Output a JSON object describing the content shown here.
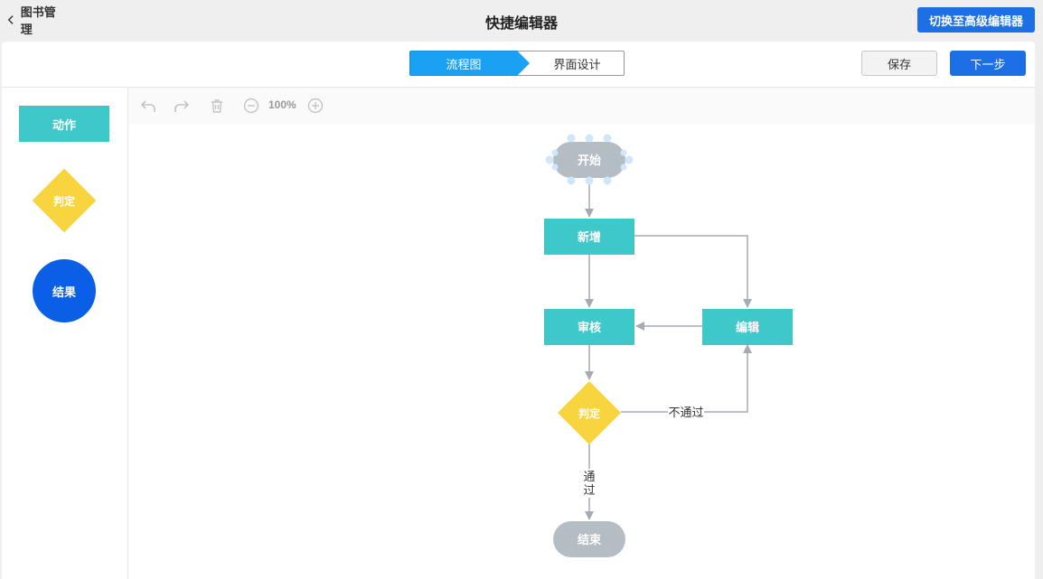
{
  "header": {
    "back_label": "图书管理",
    "title": "快捷编辑器",
    "switch_label": "切换至高级编辑器"
  },
  "steps": {
    "active": "流程图",
    "next": "界面设计"
  },
  "actions": {
    "save": "保存",
    "next": "下一步"
  },
  "palette": {
    "action": "动作",
    "decision": "判定",
    "result": "结果"
  },
  "toolbar": {
    "zoom": "100%",
    "icons": [
      "undo-icon",
      "redo-icon",
      "delete-icon",
      "zoom-out-icon",
      "zoom-in-icon"
    ]
  },
  "flow": {
    "nodes": {
      "start": "开始",
      "add": "新增",
      "review": "审核",
      "edit": "编辑",
      "decision": "判定",
      "end": "结束"
    },
    "edges": {
      "reject": "不通过",
      "pass_top": "通",
      "pass_bottom": "过"
    }
  },
  "colors": {
    "primary": "#1d6fe6",
    "step_active": "#1aa1f4",
    "action_node": "#3ec8c9",
    "decision_node": "#f8d53e",
    "result_node": "#0b5fe6",
    "terminal_node": "#b5bdc4",
    "edge": "#a5aab3"
  }
}
